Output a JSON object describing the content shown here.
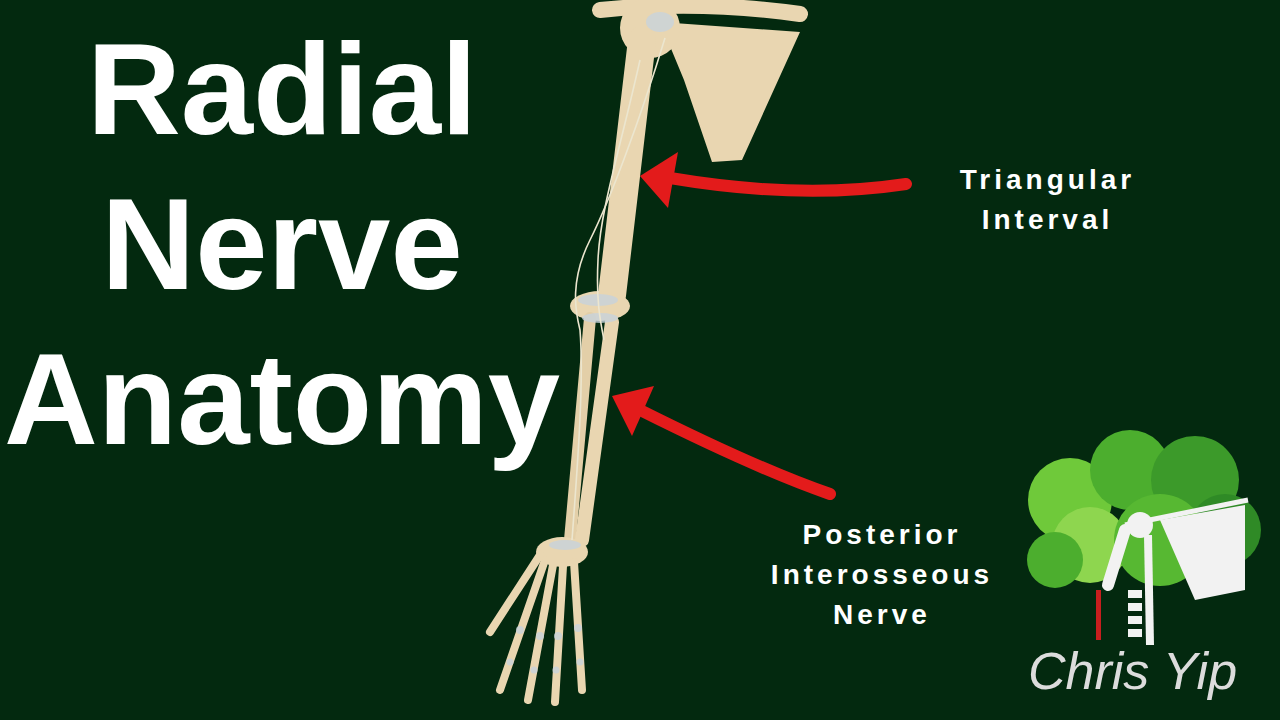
{
  "diagram": {
    "title": "Radial Nerve Anatomy",
    "labels": [
      "Triangular Interval",
      "Posterior Interosseous Nerve",
      "Chris Yip"
    ]
  }
}
